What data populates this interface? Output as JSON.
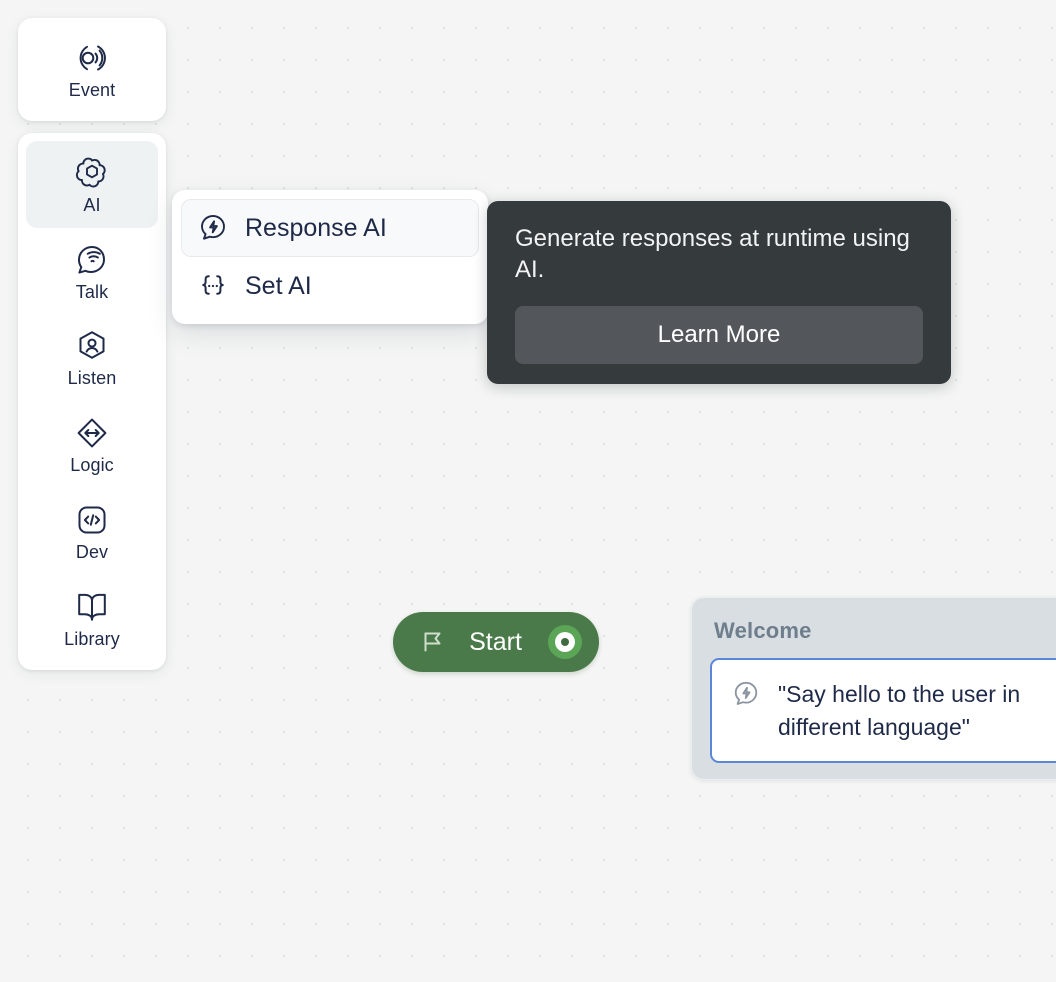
{
  "sidebar": {
    "groups": [
      {
        "name": "primary-group",
        "items": [
          {
            "label": "Event",
            "icon": "broadcast-icon",
            "active": false
          }
        ]
      },
      {
        "name": "blocks-group",
        "items": [
          {
            "label": "AI",
            "icon": "ai-knot-icon",
            "active": true
          },
          {
            "label": "Talk",
            "icon": "speech-wave-icon",
            "active": false
          },
          {
            "label": "Listen",
            "icon": "person-hex-icon",
            "active": false
          },
          {
            "label": "Logic",
            "icon": "arrows-diamond-icon",
            "active": false
          },
          {
            "label": "Dev",
            "icon": "code-brackets-icon",
            "active": false
          },
          {
            "label": "Library",
            "icon": "open-book-icon",
            "active": false
          }
        ]
      }
    ]
  },
  "ai_menu": {
    "items": [
      {
        "label": "Response AI",
        "icon": "bolt-bubble-icon",
        "hovered": true
      },
      {
        "label": "Set AI",
        "icon": "curly-dots-icon",
        "hovered": false
      }
    ]
  },
  "tooltip": {
    "text": "Generate responses at runtime using AI.",
    "button_label": "Learn More"
  },
  "start_node": {
    "label": "Start",
    "icon": "flag-icon",
    "port": "output-port"
  },
  "welcome_card": {
    "title": "Welcome",
    "step_icon": "bolt-bubble-icon",
    "step_text": "\"Say hello to the user in different language\""
  },
  "colors": {
    "canvas_bg": "#f4f5f4",
    "canvas_dot": "#dfe3e2",
    "sidebar_card": "#ffffff",
    "sidebar_active": "#eef2f3",
    "icon_navy": "#1f2a48",
    "tooltip_bg": "#353a3d",
    "tooltip_btn": "#53575b",
    "start_green": "#4a7a4a",
    "port_green": "#5ba557",
    "card_gray": "#d8dee2",
    "card_accent_blue": "#5a87d8",
    "card_title_gray": "#6f7e8c"
  }
}
